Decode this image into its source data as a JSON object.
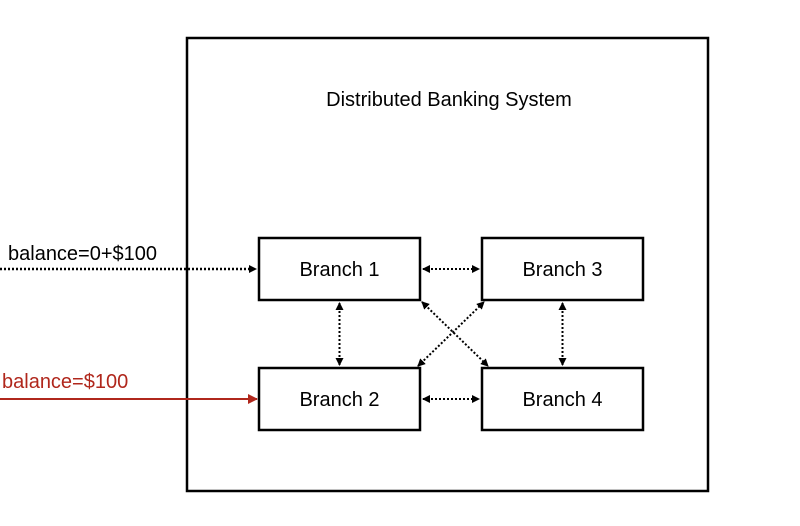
{
  "system": {
    "title": "Distributed Banking System"
  },
  "branches": {
    "b1": "Branch 1",
    "b2": "Branch 2",
    "b3": "Branch 3",
    "b4": "Branch 4"
  },
  "inputs": {
    "top_label": "balance=0+$100",
    "bottom_label": "balance=$100"
  },
  "colors": {
    "line": "#000000",
    "red": "#b0271c"
  }
}
